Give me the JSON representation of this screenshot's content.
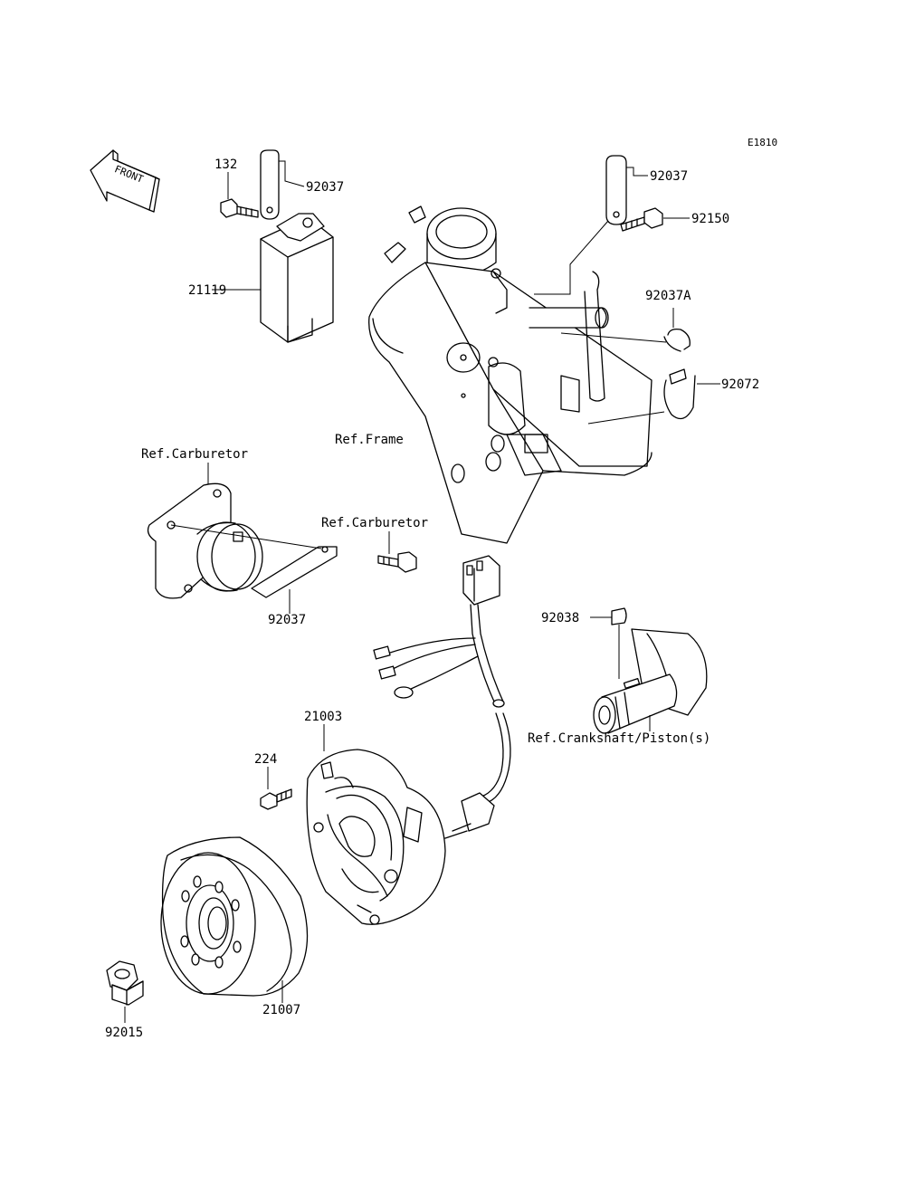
{
  "diagram_code": "E1810",
  "front_indicator": "FRONT",
  "labels": {
    "p132": "132",
    "p92037_cdi": "92037",
    "p21119": "21119",
    "p92037_frame": "92037",
    "p92150": "92150",
    "p92037A": "92037A",
    "p92072": "92072",
    "ref_frame": "Ref.Frame",
    "ref_carb_1": "Ref.Carburetor",
    "ref_carb_2": "Ref.Carburetor",
    "p92037_carb": "92037",
    "p92038": "92038",
    "ref_crank": "Ref.Crankshaft/Piston(s)",
    "p21003": "21003",
    "p224": "224",
    "p92015": "92015",
    "p21007": "21007"
  }
}
